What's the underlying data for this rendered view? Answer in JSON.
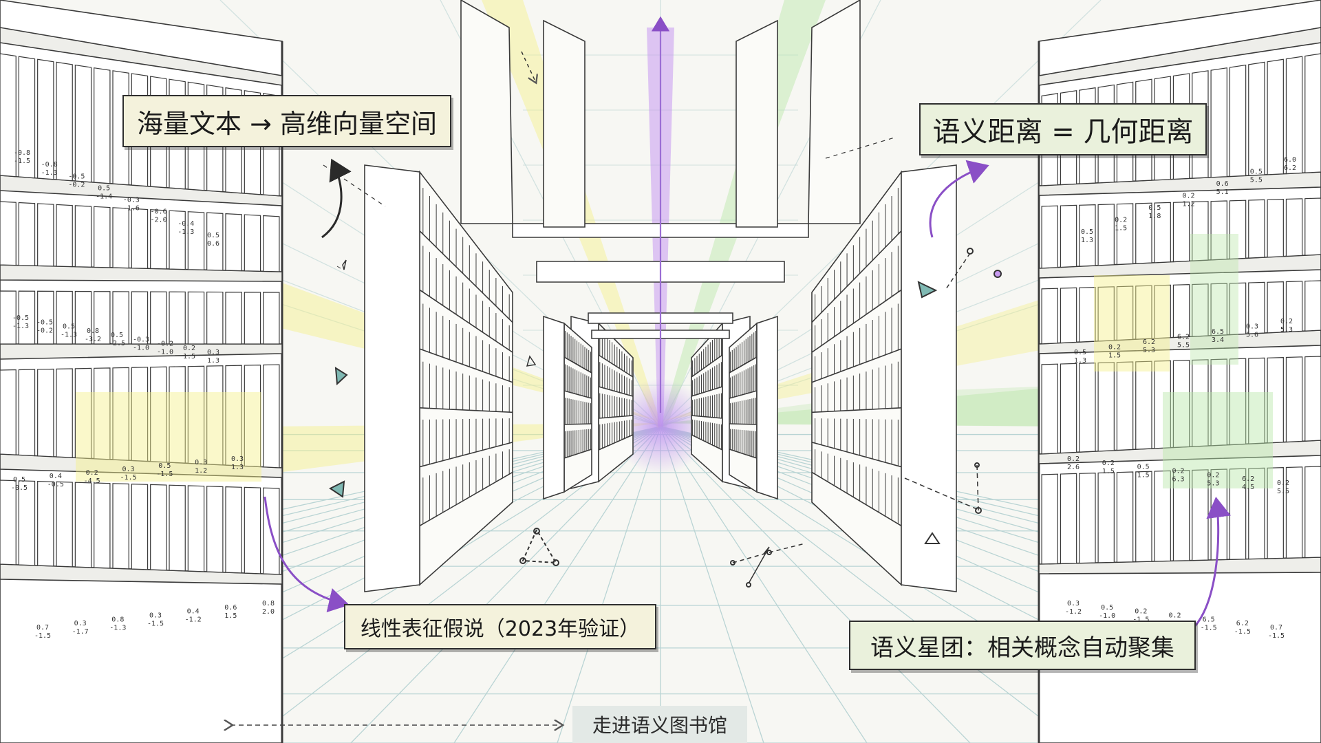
{
  "labels": {
    "top_left": "海量文本 → 高维向量空间",
    "top_right": "语义距离 = 几何距离",
    "bottom_left": "线性表征假说（2023年验证）",
    "bottom_right": "语义星团：相关概念自动聚集"
  },
  "caption": "走进语义图书馆",
  "book_labels": {
    "left_shelf_row1": [
      "-0.8\n-1.5",
      "-0.8\n-1.3",
      "-0.5\n-0.2",
      "0.5\n-1.4",
      "-0.3\n-1.6",
      "-0.6\n-2.0",
      "-0.4\n-1.3",
      "0.5\n0.6"
    ],
    "left_shelf_row2": [
      "-0.5\n-1.3",
      "-0.5\n-0.2",
      "0.5\n-1.3",
      "0.8\n-3.2",
      "0.5\n-2.5",
      "-0.3\n-1.0",
      "-0.2\n-1.0",
      "0.2\n1.5",
      "0.3\n1.3"
    ],
    "left_shelf_row3": [
      "0.5\n-0.5",
      "0.4\n-0.5",
      "0.2\n-4.5",
      "0.3\n-1.5",
      "0.5\n-1.5",
      "0.3\n1.2",
      "0.3\n1.3"
    ],
    "left_shelf_row4": [
      "0.7\n-1.5",
      "0.3\n-1.7",
      "0.8\n-1.3",
      "0.3\n-1.5",
      "0.4\n-1.2",
      "0.6\n1.5",
      "0.8\n2.0"
    ],
    "right_shelf_row1": [
      "6.0\n6.2",
      "0.5\n5.5",
      "0.6\n5.1",
      "0.2\n1.2",
      "0.5\n1.8",
      "0.2\n1.5",
      "0.5\n1.3"
    ],
    "right_shelf_row2": [
      "0.2\n5.3",
      "0.3\n5.6",
      "6.5\n3.4",
      "6.2\n5.5",
      "6.2\n5.3",
      "0.2\n1.5",
      "0.5\n1.3"
    ],
    "right_shelf_row3": [
      "0.2\n5.5",
      "6.2\n4.5",
      "0.2\n5.3",
      "0.2\n6.3",
      "0.5\n1.5",
      "0.2\n1.5",
      "0.2\n2.6"
    ],
    "right_shelf_row4": [
      "0.7\n-1.5",
      "6.2\n-1.5",
      "6.5\n-1.5",
      "0.2\n-1.5",
      "0.2\n-1.5",
      "0.5\n-1.0",
      "0.3\n-1.2"
    ]
  },
  "colors": {
    "paper": "#f7f7f3",
    "ink": "#3a3a3a",
    "grid": "#b9d4d4",
    "yellow_glow": "#f4ef8a",
    "green_glow": "#b9e6a8",
    "violet_glow": "#c89bf0",
    "arrow_violet": "#8a4fc6",
    "arrow_dark": "#2a2a2a",
    "label_yellow": "#f4f2dc",
    "label_green": "#eaf1dc",
    "caption_bg": "#e3e9e6"
  }
}
